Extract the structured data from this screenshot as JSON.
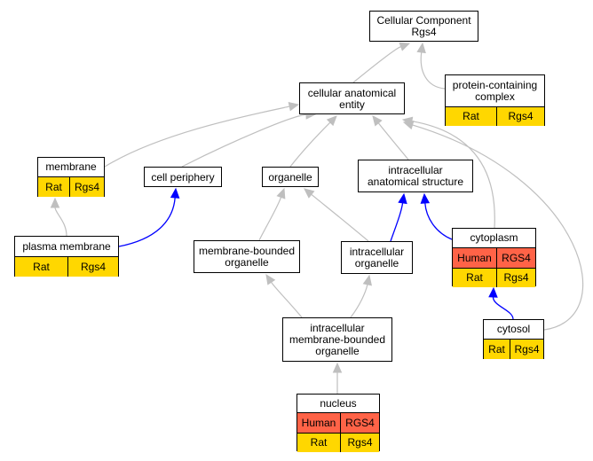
{
  "colors": {
    "human": "#ff6347",
    "rat": "#ffd700",
    "is_a_edge": "#bfbfbf",
    "part_of_edge": "#0000ff"
  },
  "nodes": {
    "root": {
      "label": "Cellular Component\nRgs4"
    },
    "cellular_anatomical_entity": {
      "label": "cellular anatomical\nentity"
    },
    "protein_containing_complex": {
      "label": "protein-containing\ncomplex",
      "rows": [
        [
          "Rat",
          "Rgs4"
        ]
      ]
    },
    "membrane": {
      "label": "membrane",
      "rows": [
        [
          "Rat",
          "Rgs4"
        ]
      ]
    },
    "cell_periphery": {
      "label": "cell periphery"
    },
    "organelle": {
      "label": "organelle"
    },
    "intracellular_anatomical_structure": {
      "label": "intracellular\nanatomical structure"
    },
    "plasma_membrane": {
      "label": "plasma membrane",
      "rows": [
        [
          "Rat",
          "Rgs4"
        ]
      ]
    },
    "membrane_bounded_organelle": {
      "label": "membrane-bounded\norganelle"
    },
    "intracellular_organelle": {
      "label": "intracellular\norganelle"
    },
    "cytoplasm": {
      "label": "cytoplasm",
      "rows": [
        [
          "Human",
          "RGS4"
        ],
        [
          "Rat",
          "Rgs4"
        ]
      ]
    },
    "intracellular_membrane_bounded_organelle": {
      "label": "intracellular\nmembrane-bounded\norganelle"
    },
    "cytosol": {
      "label": "cytosol",
      "rows": [
        [
          "Rat",
          "Rgs4"
        ]
      ]
    },
    "nucleus": {
      "label": "nucleus",
      "rows": [
        [
          "Human",
          "RGS4"
        ],
        [
          "Rat",
          "Rgs4"
        ]
      ]
    }
  },
  "edges": [
    {
      "from": "cellular_anatomical_entity",
      "to": "root",
      "type": "is_a"
    },
    {
      "from": "protein_containing_complex",
      "to": "root",
      "type": "is_a"
    },
    {
      "from": "membrane",
      "to": "cellular_anatomical_entity",
      "type": "is_a"
    },
    {
      "from": "cell_periphery",
      "to": "cellular_anatomical_entity",
      "type": "is_a"
    },
    {
      "from": "organelle",
      "to": "cellular_anatomical_entity",
      "type": "is_a"
    },
    {
      "from": "intracellular_anatomical_structure",
      "to": "cellular_anatomical_entity",
      "type": "is_a"
    },
    {
      "from": "cytoplasm",
      "to": "cellular_anatomical_entity",
      "type": "is_a"
    },
    {
      "from": "cytosol",
      "to": "cellular_anatomical_entity",
      "type": "is_a"
    },
    {
      "from": "plasma_membrane",
      "to": "membrane",
      "type": "is_a"
    },
    {
      "from": "plasma_membrane",
      "to": "cell_periphery",
      "type": "part_of"
    },
    {
      "from": "membrane_bounded_organelle",
      "to": "organelle",
      "type": "is_a"
    },
    {
      "from": "intracellular_organelle",
      "to": "organelle",
      "type": "is_a"
    },
    {
      "from": "intracellular_organelle",
      "to": "intracellular_anatomical_structure",
      "type": "part_of"
    },
    {
      "from": "cytoplasm",
      "to": "intracellular_anatomical_structure",
      "type": "part_of"
    },
    {
      "from": "intracellular_membrane_bounded_organelle",
      "to": "membrane_bounded_organelle",
      "type": "is_a"
    },
    {
      "from": "intracellular_membrane_bounded_organelle",
      "to": "intracellular_organelle",
      "type": "is_a"
    },
    {
      "from": "cytosol",
      "to": "cytoplasm",
      "type": "part_of"
    },
    {
      "from": "nucleus",
      "to": "intracellular_membrane_bounded_organelle",
      "type": "is_a"
    }
  ]
}
